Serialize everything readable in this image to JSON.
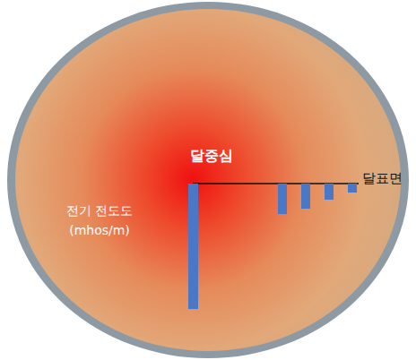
{
  "diagram": {
    "labels": [
      "달중심",
      "달표면",
      "전기 전도도 (mhos/m)"
    ]
  }
}
